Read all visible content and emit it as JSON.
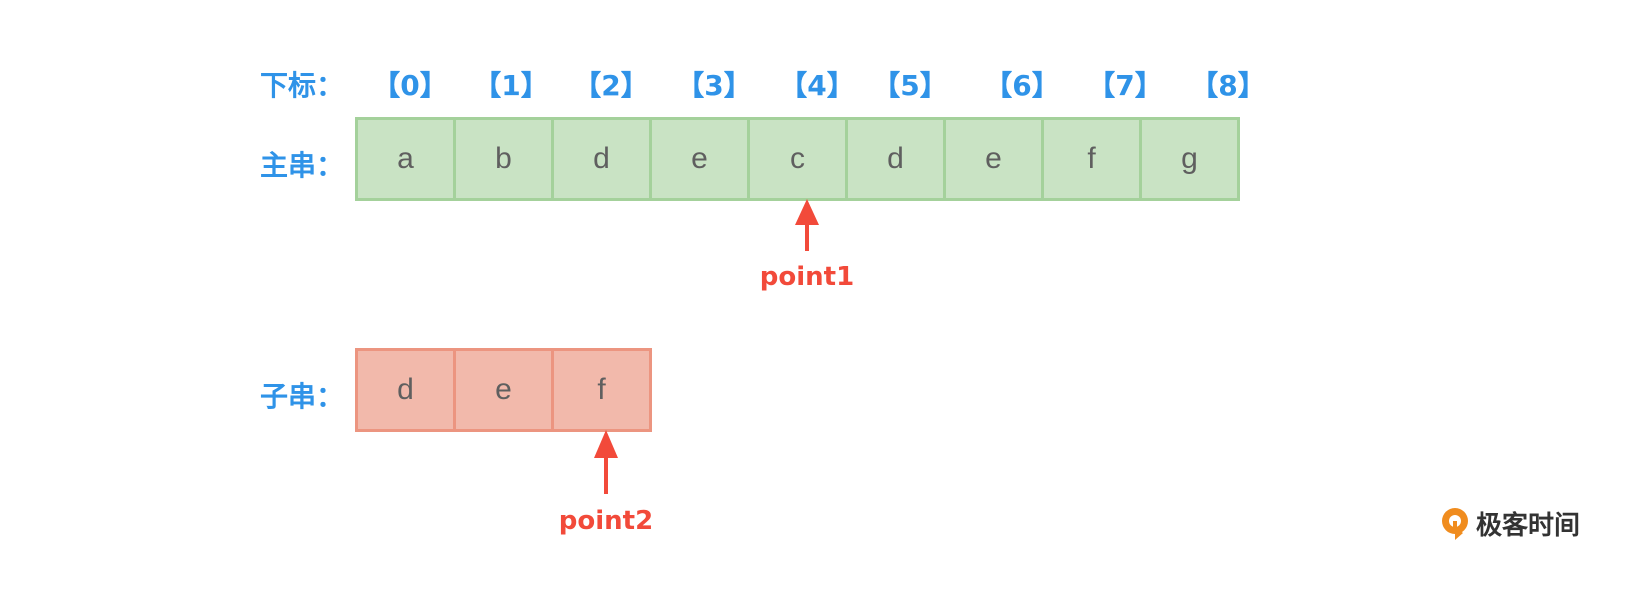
{
  "labels": {
    "index": "下标：",
    "main_string": "主串：",
    "sub_string": "子串："
  },
  "indices": [
    "【0】",
    "【1】",
    "【2】",
    "【3】",
    "【4】",
    "【5】",
    "【6】",
    "【7】",
    "【8】"
  ],
  "main_chars": [
    "a",
    "b",
    "d",
    "e",
    "c",
    "d",
    "e",
    "f",
    "g"
  ],
  "sub_chars": [
    "d",
    "e",
    "f"
  ],
  "pointers": {
    "point1": {
      "label": "point1",
      "main_index": 4
    },
    "point2": {
      "label": "point2",
      "sub_index": 2
    }
  },
  "logo": {
    "text": "极客时间",
    "icon": "geektime-logo-icon"
  },
  "colors": {
    "label_blue": "#2f93e8",
    "main_fill": "#c9e3c4",
    "main_border": "#a4d19b",
    "sub_fill": "#f2b9ab",
    "sub_border": "#ec9580",
    "pointer_red": "#f24a3a",
    "char_gray": "#5f5f5f",
    "logo_orange": "#f08c1e"
  }
}
